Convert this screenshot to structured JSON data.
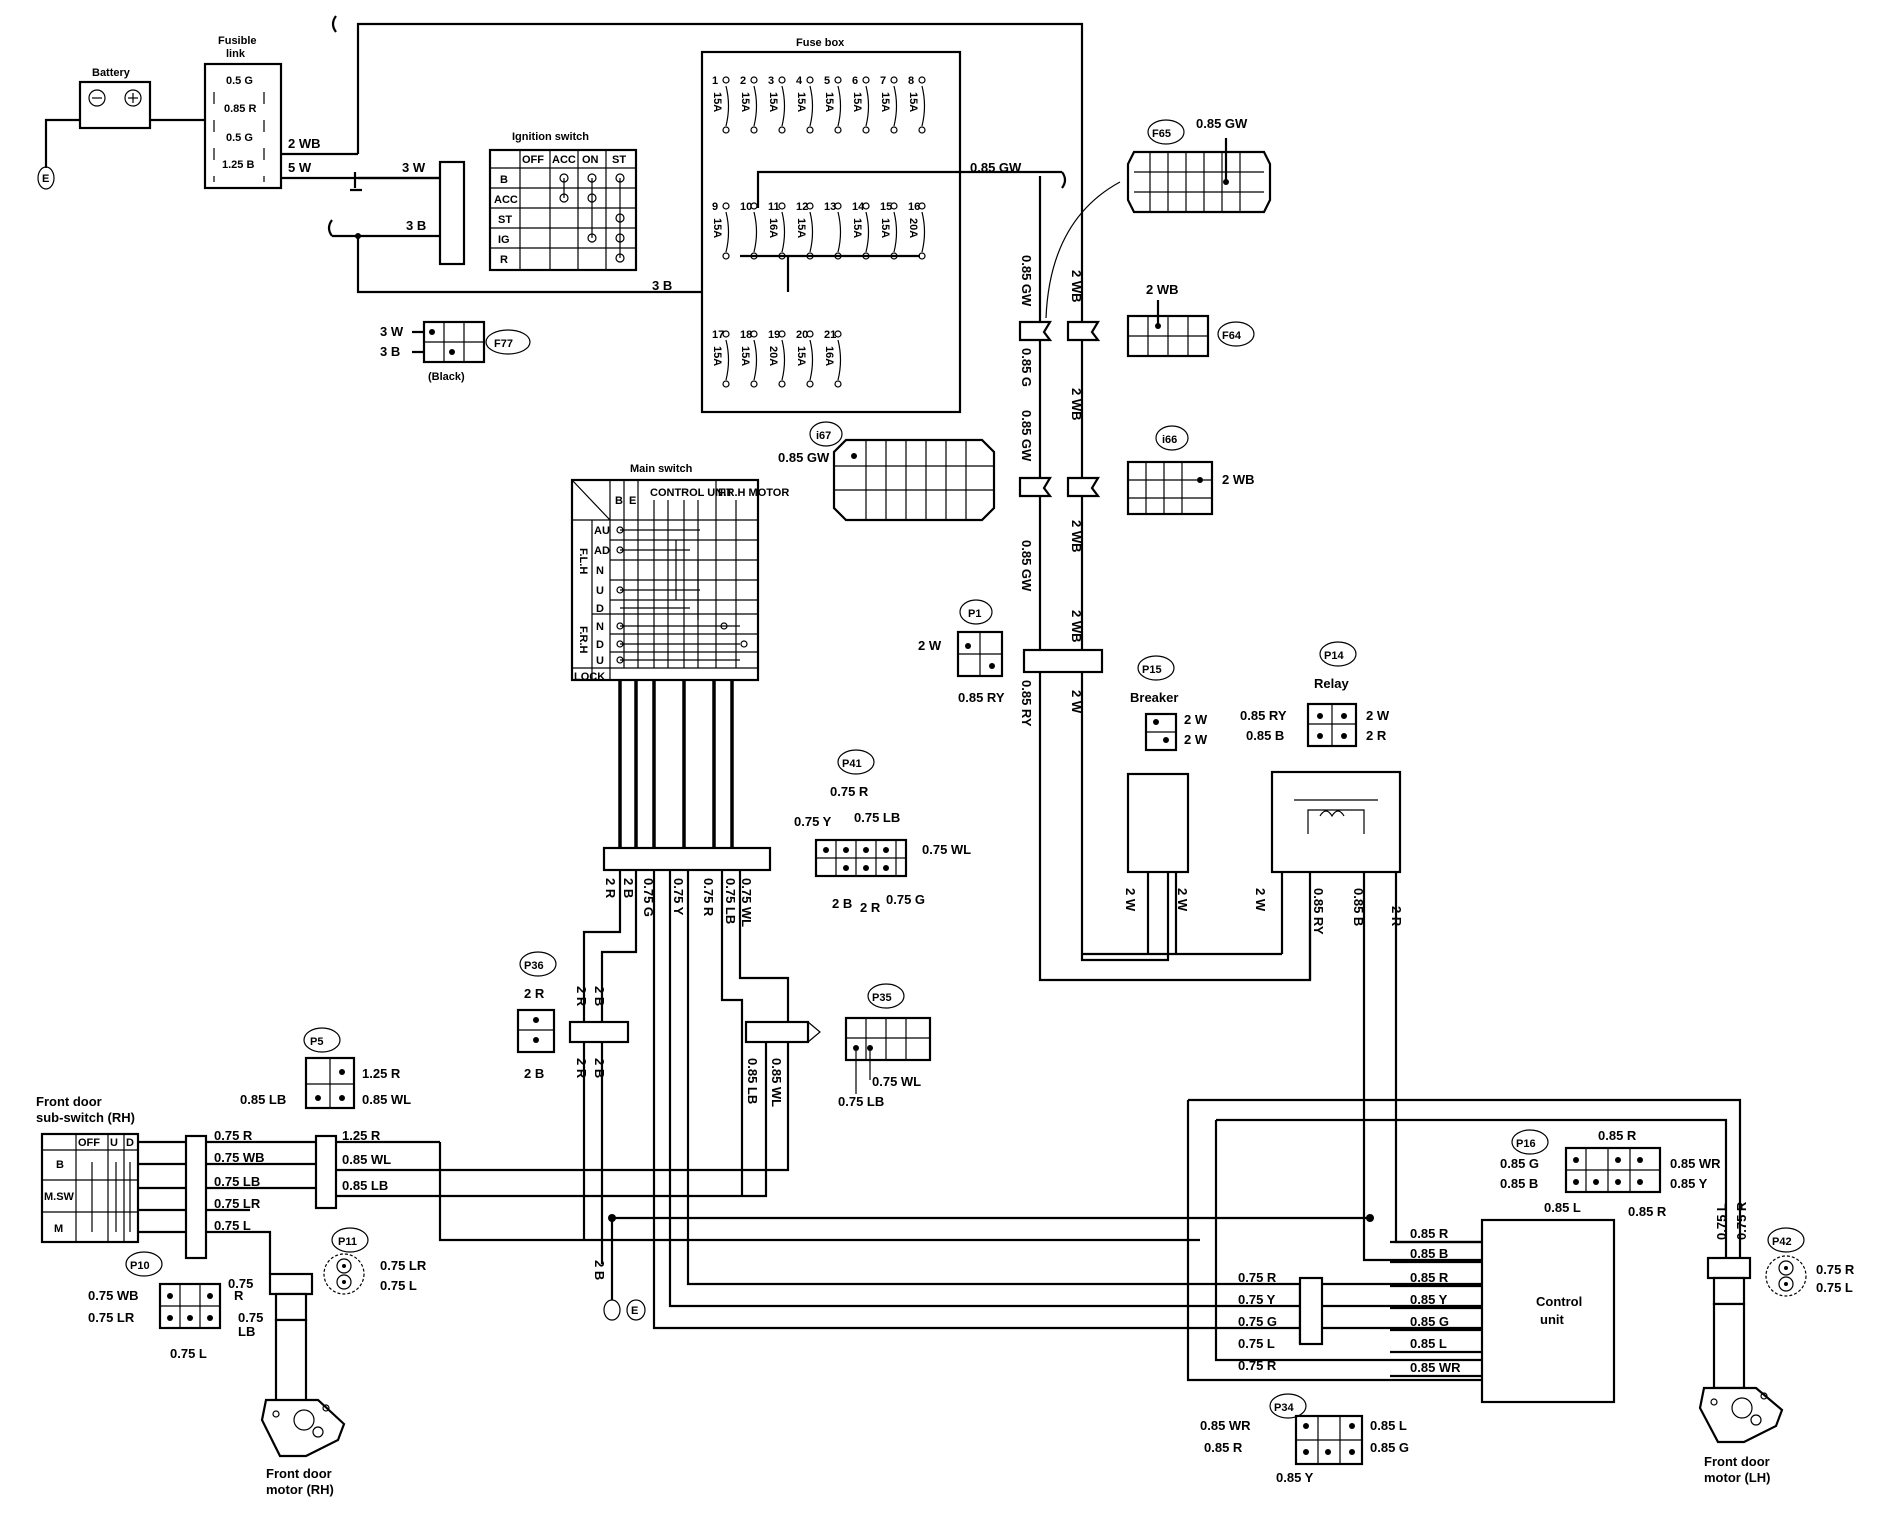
{
  "power": {
    "battery": "Battery",
    "fusible_link": "Fusible",
    "fusible_link_2": "link",
    "fl_wires": [
      "0.5 G",
      "0.85 R",
      "0.5 G",
      "1.25 B"
    ],
    "wire_2wb": "2 WB",
    "wire_5w": "5 W",
    "ground": "E"
  },
  "ignition": {
    "title": "Ignition switch",
    "cols": [
      "OFF",
      "ACC",
      "ON",
      "ST"
    ],
    "rows": [
      "B",
      "ACC",
      "ST",
      "IG",
      "R"
    ],
    "wire_3w": "3 W",
    "wire_3b": "3 B",
    "wire_3b_bottom": "3 B"
  },
  "f77": {
    "id": "F77",
    "w1": "3 W",
    "w2": "3 B",
    "caption": "(Black)"
  },
  "fusebox": {
    "title": "Fuse box",
    "row1": [
      {
        "n": "1",
        "a": "15A"
      },
      {
        "n": "2",
        "a": "15A"
      },
      {
        "n": "3",
        "a": "15A"
      },
      {
        "n": "4",
        "a": "15A"
      },
      {
        "n": "5",
        "a": "15A"
      },
      {
        "n": "6",
        "a": "15A"
      },
      {
        "n": "7",
        "a": "15A"
      },
      {
        "n": "8",
        "a": "15A"
      }
    ],
    "row2": [
      {
        "n": "9",
        "a": "15A"
      },
      {
        "n": "10",
        "a": ""
      },
      {
        "n": "11",
        "a": "16A"
      },
      {
        "n": "12",
        "a": "15A"
      },
      {
        "n": "13",
        "a": ""
      },
      {
        "n": "14",
        "a": "15A"
      },
      {
        "n": "15",
        "a": "15A"
      },
      {
        "n": "16",
        "a": "20A"
      }
    ],
    "row3": [
      {
        "n": "17",
        "a": "15A"
      },
      {
        "n": "18",
        "a": "15A"
      },
      {
        "n": "19",
        "a": "20A"
      },
      {
        "n": "20",
        "a": "15A"
      },
      {
        "n": "21",
        "a": "16A"
      }
    ],
    "out_wire": "0.85 GW"
  },
  "connectors": {
    "f65": {
      "id": "F65",
      "wire": "0.85 GW"
    },
    "f64": {
      "id": "F64",
      "wire": "2 WB"
    },
    "i67": {
      "id": "i67",
      "wire": "0.85 GW"
    },
    "i66": {
      "id": "i66",
      "wire": "2 WB"
    },
    "p1": {
      "id": "P1",
      "w1": "2 W",
      "w2": "0.85 RY"
    },
    "p15": {
      "id": "P15",
      "title": "Breaker",
      "w1": "2 W",
      "w2": "2 W"
    },
    "p14": {
      "id": "P14",
      "title": "Relay",
      "l1": "0.85 RY",
      "l2": "0.85 B",
      "r1": "2 W",
      "r2": "2 R"
    },
    "p41": {
      "id": "P41",
      "top": "0.75 R",
      "l": "0.75 Y",
      "lb": "0.75 LB",
      "wl": "0.75 WL",
      "b1": "2 B",
      "b2": "2 R",
      "g": "0.75 G"
    },
    "p36": {
      "id": "P36",
      "top": "2 R",
      "bot": "2 B"
    },
    "p35": {
      "id": "P35",
      "wl": "0.75 WL",
      "lb": "0.75 LB"
    },
    "p5": {
      "id": "P5",
      "r": "1.25 R",
      "lb": "0.85 LB",
      "wl": "0.85 WL"
    },
    "p10": {
      "id": "P10",
      "wb": "0.75 WB",
      "lr": "0.75 LR",
      "l": "0.75 L",
      "r": "0.75",
      "r2": "R",
      "lb": "0.75",
      "lb2": "LB"
    },
    "p11": {
      "id": "P11",
      "lr": "0.75 LR",
      "l": "0.75 L"
    },
    "p16": {
      "id": "P16",
      "top": "0.85 R",
      "g": "0.85 G",
      "b": "0.85 B",
      "l": "0.85 L",
      "wr": "0.85 WR",
      "y": "0.85 Y",
      "r": "0.85 R"
    },
    "p42": {
      "id": "P42",
      "r": "0.75 R",
      "l": "0.75 L"
    },
    "p34": {
      "id": "P34",
      "wr": "0.85 WR",
      "r": "0.85 R",
      "l": "0.85 L",
      "g": "0.85 G",
      "y": "0.85 Y"
    }
  },
  "vertical_wires": {
    "v085gw": "0.85 GW",
    "v2wb": "2 WB",
    "v085g": "0.85 G",
    "v2wb_b": "2 WB",
    "v085gw_b": "0.85 GW",
    "v085gw_c": "0.85 GW",
    "v2wb_c": "2 WB",
    "v2wb_d": "2 WB",
    "v085ry": "0.85 RY",
    "v2w": "2 W",
    "bus": [
      "2 R",
      "2 B",
      "0.75 G",
      "0.75 Y",
      "0.75 R",
      "0.75 LB",
      "0.75 WL"
    ],
    "r2r": "2 R",
    "r2b": "2 B",
    "r2r2": "2 R",
    "r2b2": "2 B",
    "lb85": "0.85 LB",
    "wl85": "0.85 WL",
    "gnd2b": "2 B",
    "brk_a": "2 W",
    "brk_b": "2 W",
    "rel_a": "2 W",
    "rel_b": "0.85 RY",
    "rel_c": "0.85 B",
    "rel_d": "2 R"
  },
  "main_switch": {
    "title": "Main switch",
    "cols": [
      "B",
      "E",
      "CONTROL UNIT",
      "F.R.H MOTOR"
    ],
    "rows": [
      "AU",
      "AD",
      "N",
      "U",
      "D",
      "N",
      "D",
      "U"
    ],
    "group1": "F.L.H",
    "group2": "F.R.H",
    "lock": "LOCK"
  },
  "sub_switch": {
    "title": "Front door",
    "title2": "sub-switch (RH)",
    "cols": [
      "OFF",
      "U",
      "D"
    ],
    "rows": [
      "B",
      "M.SW",
      "M"
    ],
    "wires": [
      "0.75 R",
      "0.75 WB",
      "0.75 LB",
      "0.75 LR",
      "0.75 L"
    ],
    "mid": [
      "1.25 R",
      "0.85 WL",
      "0.85 LB"
    ]
  },
  "motor_rh": {
    "label": "Front door",
    "label2": "motor (RH)"
  },
  "motor_lh": {
    "label": "Front door",
    "label2": "motor (LH)",
    "w1": "0.75 L",
    "w2": "0.75 R"
  },
  "control": {
    "label": "Control",
    "label2": "unit",
    "inputs": [
      "0.85 R",
      "0.85 B",
      "0.85 R",
      "0.85 Y",
      "0.85 G",
      "0.85 L",
      "0.85 WR"
    ],
    "left": [
      "0.75 R",
      "0.75 Y",
      "0.75 G",
      "0.75 L",
      "0.75 R"
    ]
  },
  "ground2": "E"
}
